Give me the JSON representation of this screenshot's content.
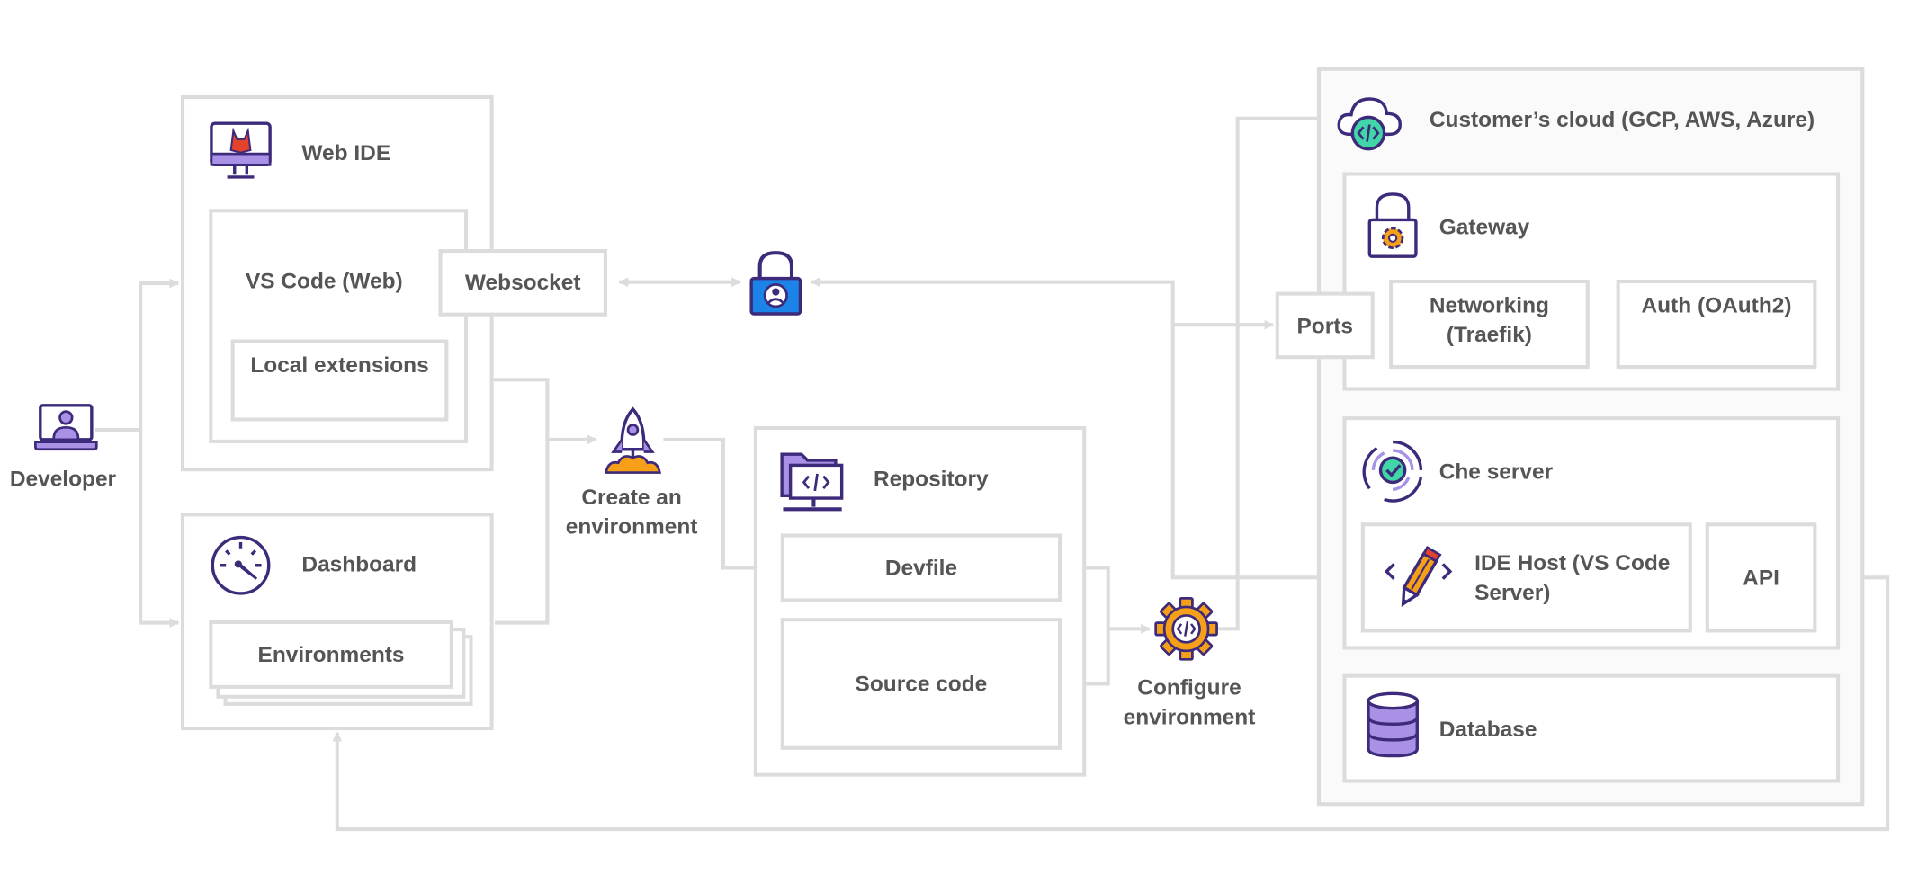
{
  "colors": {
    "line": "#dcdcdc",
    "text": "#555555",
    "purple": "#3d2a7a",
    "lavender": "#a991e6",
    "orange": "#f6a01a",
    "blue": "#1c84e8",
    "green": "#41d6a8",
    "red": "#e2432a"
  },
  "icons": {
    "developer": "laptop-user-icon",
    "web_ide": "monitor-gitlab-icon",
    "dashboard": "speedometer-icon",
    "lock": "padlock-user-icon",
    "rocket": "rocket-icon",
    "repository": "folder-code-icon",
    "gear": "gear-code-icon",
    "cloud": "cloud-code-icon",
    "gateway": "padlock-gear-icon",
    "che_server": "sync-check-icon",
    "ide_host": "pencil-code-icon",
    "database": "database-icon"
  },
  "nodes": {
    "developer": "Developer",
    "web_ide": "Web IDE",
    "vscode_web": "VS Code (Web)",
    "websocket": "Websocket",
    "local_extensions": "Local extensions",
    "dashboard": "Dashboard",
    "environments": "Environments",
    "create_env": "Create an environment",
    "repository": "Repository",
    "devfile": "Devfile",
    "source_code": "Source code",
    "configure_env": "Configure environment",
    "cloud": "Customer’s cloud (GCP, AWS, Azure)",
    "ports": "Ports",
    "gateway": "Gateway",
    "networking": "Networking (Traefik)",
    "auth": "Auth (OAuth2)",
    "che_server": "Che server",
    "ide_host": "IDE Host (VS Code Server)",
    "api": "API",
    "database": "Database"
  }
}
